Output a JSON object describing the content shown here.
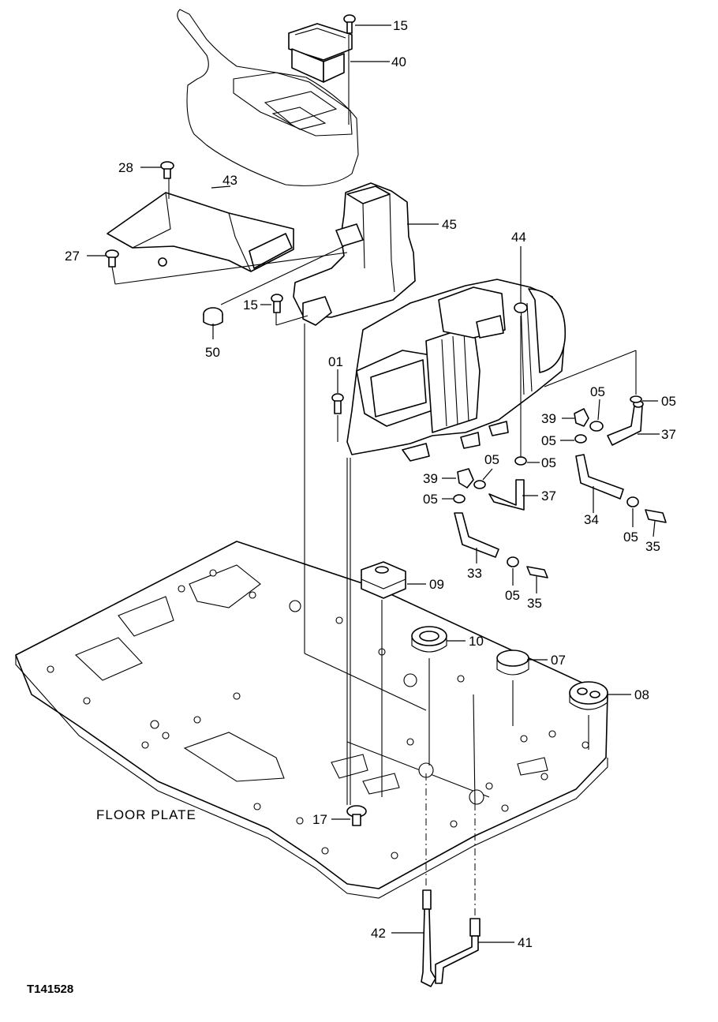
{
  "caption": "FLOOR PLATE",
  "figure_code": "T141528",
  "callouts": {
    "c15a": "15",
    "c40": "40",
    "c28": "28",
    "c43": "43",
    "c45": "45",
    "c27": "27",
    "c44": "44",
    "c15b": "15",
    "c50": "50",
    "c01": "01",
    "c05a": "05",
    "c05b": "05",
    "c39a": "39",
    "c37a": "37",
    "c05c": "05",
    "c05d": "05",
    "c05e": "05",
    "c39b": "39",
    "c37b": "37",
    "c05f": "05",
    "c34": "34",
    "c05g": "05",
    "c35a": "35",
    "c33": "33",
    "c09": "09",
    "c05h": "05",
    "c35b": "35",
    "c10": "10",
    "c07": "07",
    "c08": "08",
    "c17": "17",
    "c42": "42",
    "c41": "41"
  }
}
